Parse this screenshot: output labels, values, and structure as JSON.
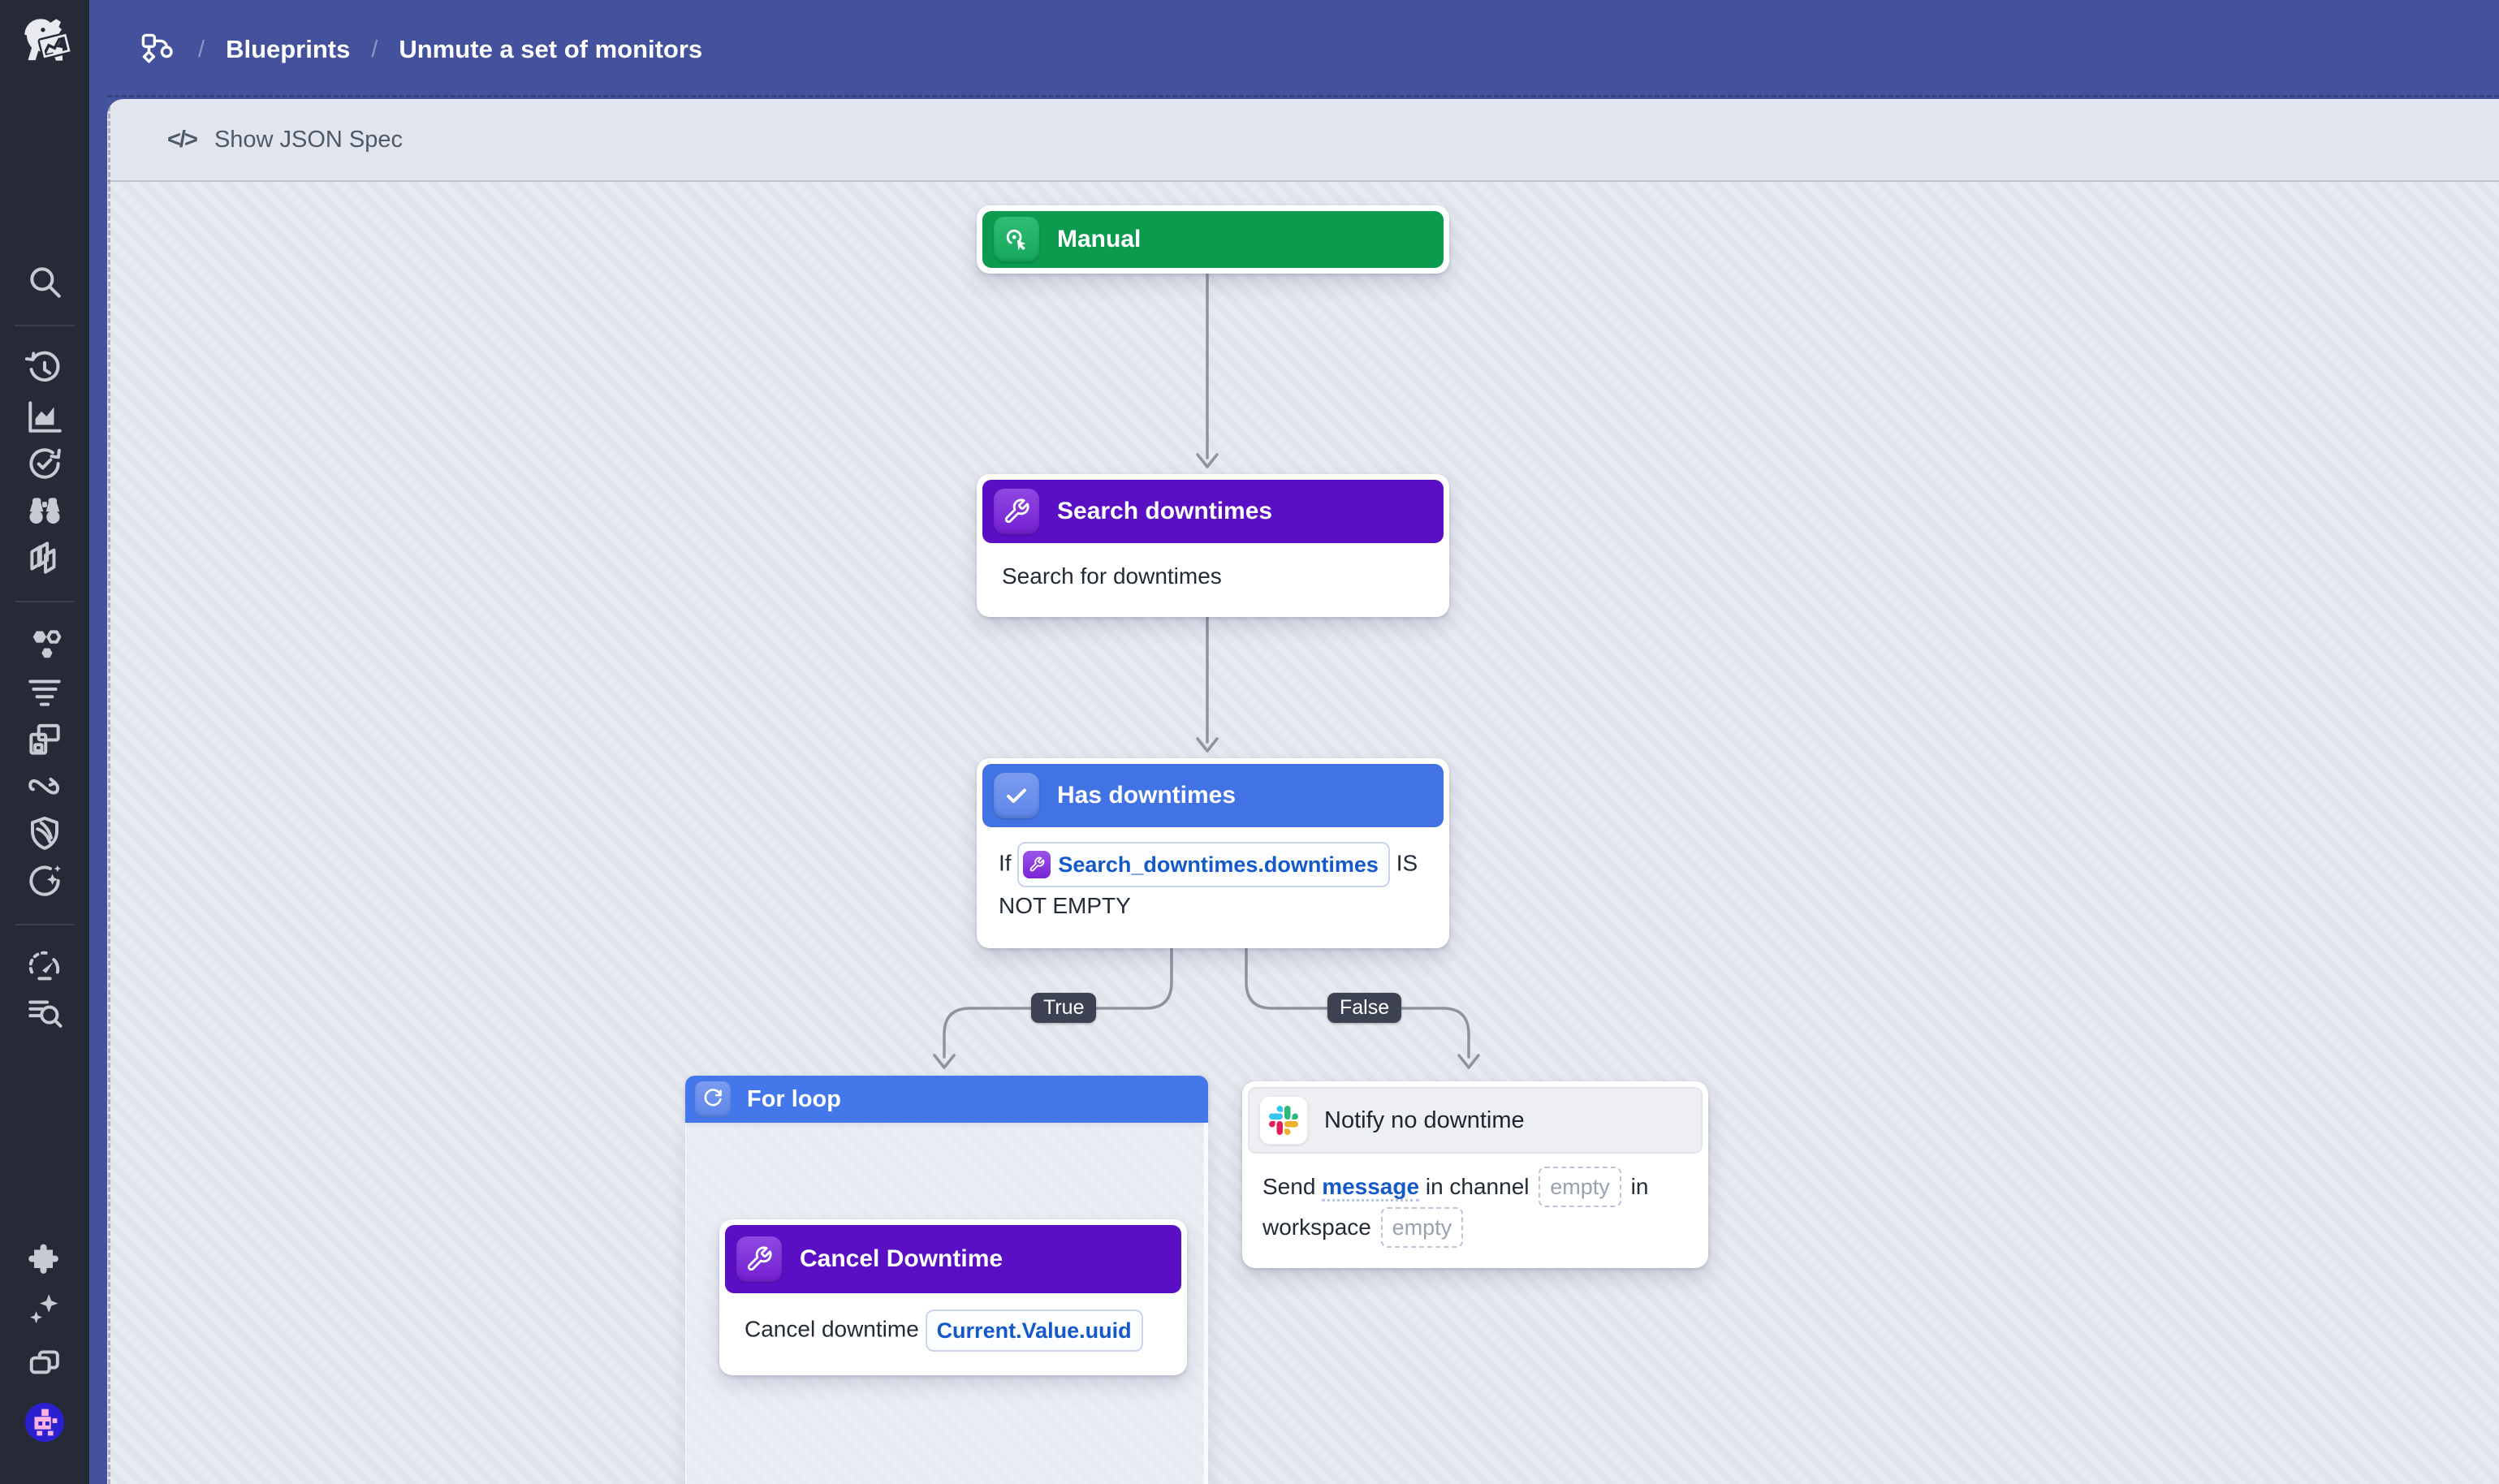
{
  "topbar": {
    "breadcrumb": {
      "separator": "/",
      "items": [
        "Blueprints",
        "Unmute a set of monitors"
      ]
    }
  },
  "toolbar": {
    "code_icon_glyph": "</>",
    "show_json_spec_label": "Show JSON Spec"
  },
  "sidebar": {
    "icons": [
      "datadog-logo-icon",
      "search-icon",
      "history-icon",
      "metrics-chart-icon",
      "watchdog-check-icon",
      "binoculars-icon",
      "notebooks-icon",
      "services-hexagons-icon",
      "logs-lines-icon",
      "dashboards-windows-icon",
      "synthetics-loop-icon",
      "security-shield-icon",
      "ci-sparkle-circle-icon",
      "gauge-icon",
      "log-search-icon",
      "integrations-puzzle-icon",
      "sparkles-icon",
      "windows-overlap-icon",
      "user-avatar-icon"
    ]
  },
  "workflow": {
    "nodes": {
      "manual": {
        "title": "Manual"
      },
      "search_downtimes": {
        "title": "Search downtimes",
        "description": "Search for downtimes"
      },
      "has_downtimes": {
        "title": "Has downtimes",
        "prefix": "If",
        "variable": "Search_downtimes.downtimes",
        "suffix": "IS NOT EMPTY"
      },
      "for_loop": {
        "title": "For loop"
      },
      "cancel_downtime": {
        "title": "Cancel Downtime",
        "text": "Cancel downtime",
        "variable": "Current.Value.uuid"
      },
      "notify_no_downtime": {
        "title": "Notify no downtime",
        "send_word": "Send",
        "message_link": "message",
        "in_channel_words": "in channel",
        "channel_value": "empty",
        "in_word": "in",
        "workspace_word": "workspace",
        "workspace_value": "empty"
      }
    },
    "branch_labels": {
      "true": "True",
      "false": "False"
    }
  },
  "colors": {
    "topbar": "#44529d",
    "sidebar": "#262a36",
    "canvas_stripe_a": "#e8eaf1",
    "canvas_stripe_b": "#e2e4ec",
    "node_green": "#0b9b4f",
    "node_purple": "#5b0fc5",
    "node_blue": "#4273e4",
    "link_blue": "#1459c9",
    "connector_gray": "#8e93a0",
    "branch_chip": "#3d4252",
    "slack_cyan": "#36c5f0",
    "slack_green": "#2eb67d",
    "slack_yellow": "#ecb22e",
    "slack_red": "#e01e5a"
  }
}
